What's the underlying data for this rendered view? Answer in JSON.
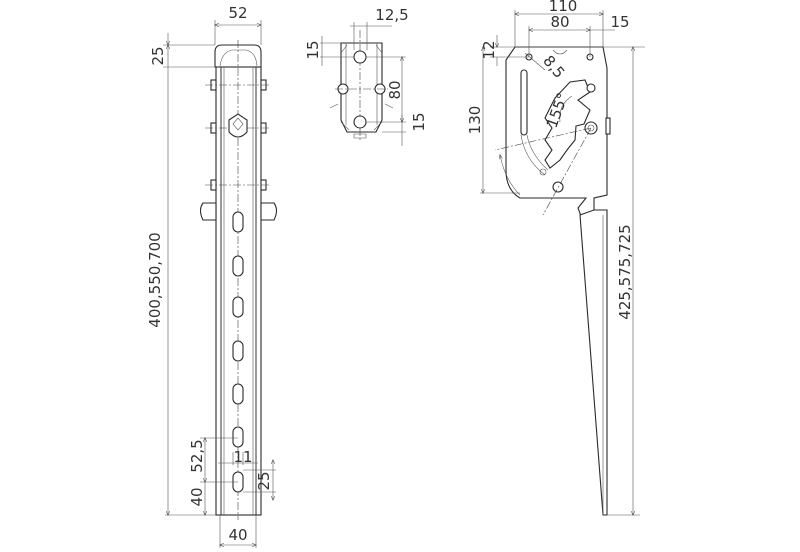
{
  "front_view": {
    "width_top": "52",
    "cap_height": "25",
    "length": "400,550,700",
    "slot_pitch": "52,5",
    "slot_offset": "40",
    "slot_width": "11",
    "slot_length": "25",
    "bottom_width": "40"
  },
  "top_view": {
    "hole_offset": "12,5",
    "top_margin": "15",
    "hole_spacing": "80",
    "bottom_margin": "15"
  },
  "side_view": {
    "total_width": "110",
    "hole_spacing": "80",
    "edge_offset": "15",
    "top_offset": "12",
    "hole_diameter": "8,5",
    "rotation_angle": "155°",
    "bracket_height": "130",
    "length": "425,575,725"
  }
}
